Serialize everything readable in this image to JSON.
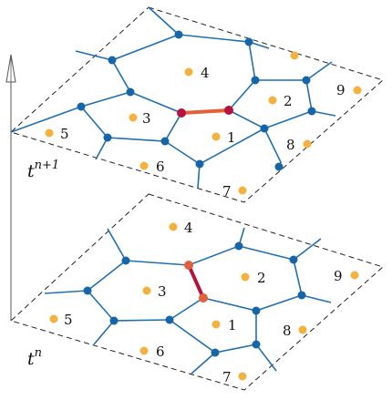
{
  "layers": [
    {
      "time_label_base": "t",
      "time_label_superscript": "n+1",
      "cells": [
        {
          "id": "4",
          "label": "4"
        },
        {
          "id": "3",
          "label": "3"
        },
        {
          "id": "2",
          "label": "2"
        },
        {
          "id": "1",
          "label": "1"
        },
        {
          "id": "9",
          "label": "9"
        },
        {
          "id": "5",
          "label": "5"
        },
        {
          "id": "8",
          "label": "8"
        },
        {
          "id": "6",
          "label": "6"
        },
        {
          "id": "7",
          "label": "7"
        }
      ],
      "flipped_edge_color": "#e2603a",
      "flipped_vertex_color": "#b5123f"
    },
    {
      "time_label_base": "t",
      "time_label_superscript": "n",
      "cells": [
        {
          "id": "4",
          "label": "4"
        },
        {
          "id": "3",
          "label": "3"
        },
        {
          "id": "2",
          "label": "2"
        },
        {
          "id": "1",
          "label": "1"
        },
        {
          "id": "9",
          "label": "9"
        },
        {
          "id": "5",
          "label": "5"
        },
        {
          "id": "8",
          "label": "8"
        },
        {
          "id": "6",
          "label": "6"
        },
        {
          "id": "7",
          "label": "7"
        }
      ],
      "flipped_edge_color": "#b5123f",
      "flipped_vertex_color": "#e2603a"
    }
  ],
  "colors": {
    "edge": "#1f6fb2",
    "vertex": "#1565a8",
    "cell_center": "#f5b13d",
    "frame": "#222222"
  }
}
